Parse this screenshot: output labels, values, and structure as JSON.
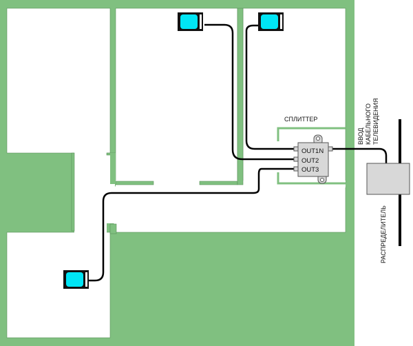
{
  "labels": {
    "splitter": "СПЛИТТЕР",
    "input_line1": "ВВОД",
    "input_line2": "КАБЕЛЬНОГО",
    "input_line3": "ТЕЛЕВИДЕНИЯ",
    "distributor": "РАСПРЕДЕЛИТЕЛЬ"
  },
  "splitter_ports": [
    "OUT1N",
    "OUT2",
    "OUT3"
  ],
  "colors": {
    "wall": "#80c080",
    "room": "#ffffff",
    "screen": "#00e5f5",
    "cable": "#000000",
    "box": "#d8d8d8"
  }
}
